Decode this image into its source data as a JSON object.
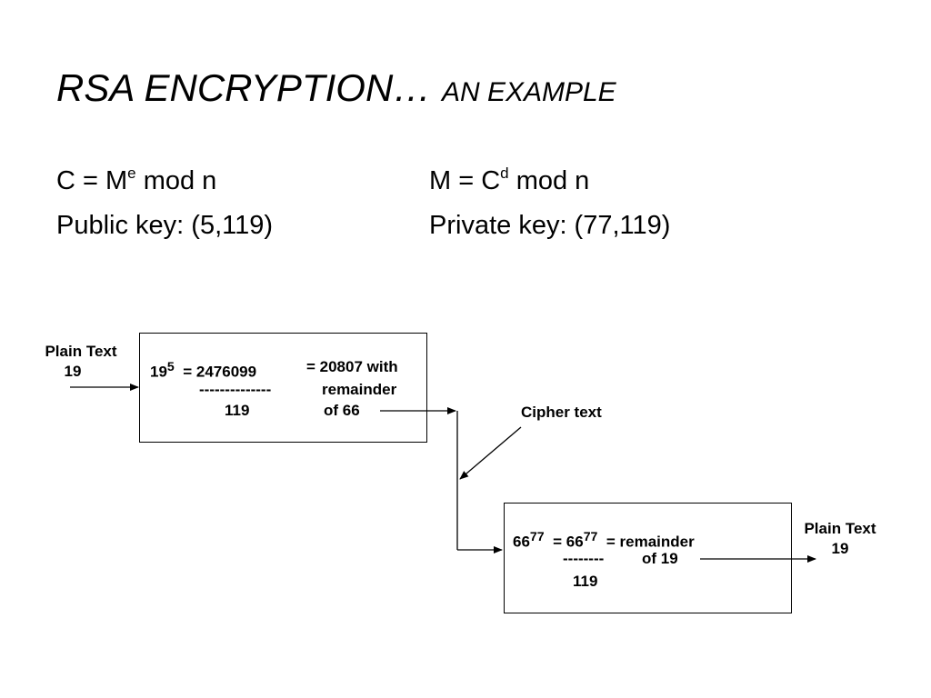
{
  "slide": {
    "title_main": "RSA ENCRYPTION…",
    "title_sub": "AN EXAMPLE",
    "encrypt_formula": {
      "lhs": "C = M",
      "exp": "e",
      "rhs": "mod n"
    },
    "decrypt_formula": {
      "lhs": "M = C",
      "exp": "d",
      "rhs": "mod n"
    },
    "public_key": "Public key: (5,119)",
    "private_key": "Private key: (77,119)"
  },
  "diagram": {
    "plain_input": {
      "label": "Plain Text",
      "value": "19"
    },
    "encrypt_box": {
      "base": "19",
      "exp": "5",
      "eq1": "=  2476099",
      "eq2": "=  20807 with",
      "dashes": "--------------",
      "remainder": "remainder",
      "divisor": "119",
      "result": "of 66"
    },
    "cipher_label": "Cipher text",
    "decrypt_box": {
      "base": "66",
      "exp": "77",
      "eq1": "= 66",
      "exp2": "77",
      "eq2": "=  remainder",
      "dashes": "--------",
      "result": "of 19",
      "divisor": "119"
    },
    "plain_output": {
      "label": "Plain Text",
      "value": "19"
    }
  }
}
